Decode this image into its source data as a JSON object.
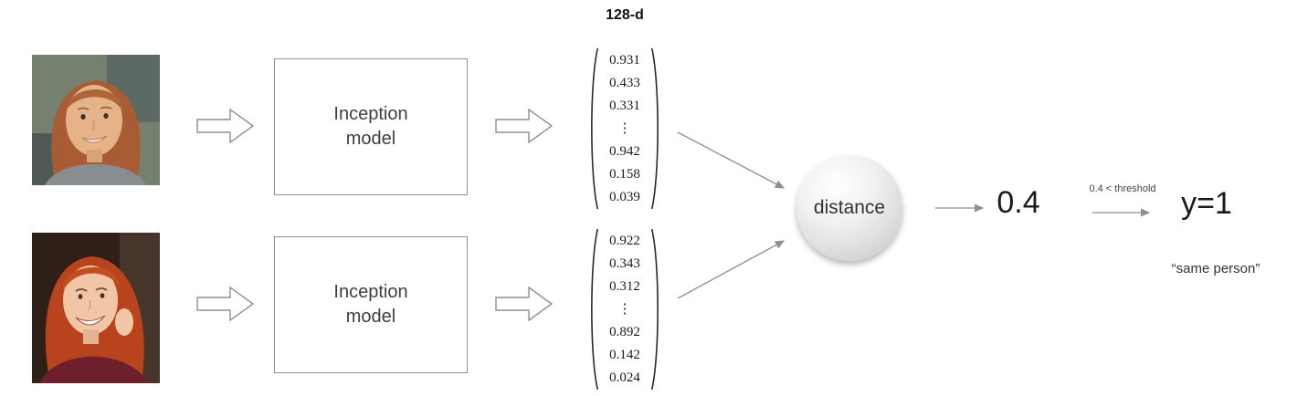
{
  "diagram": {
    "dim_label": "128-d",
    "branches": {
      "top": {
        "photo_name": "woman-face-photo-1",
        "model_label": "Inception model",
        "vector": [
          "0.931",
          "0.433",
          "0.331",
          "⋮",
          "0.942",
          "0.158",
          "0.039"
        ]
      },
      "bottom": {
        "photo_name": "woman-face-photo-2",
        "model_label": "Inception model",
        "vector": [
          "0.922",
          "0.343",
          "0.312",
          "⋮",
          "0.892",
          "0.142",
          "0.024"
        ]
      }
    },
    "distance": {
      "node_label": "distance",
      "value": "0.4"
    },
    "threshold": {
      "label": "0.4 < threshold"
    },
    "output": {
      "label": "y=1",
      "caption": "“same person”"
    }
  },
  "colors": {
    "box_border": "#909090",
    "arrow_gray": "#8f8f8f",
    "text_dark": "#1a1a1a",
    "sphere_light": "#ffffff",
    "sphere_dark": "#c2c2c2"
  }
}
